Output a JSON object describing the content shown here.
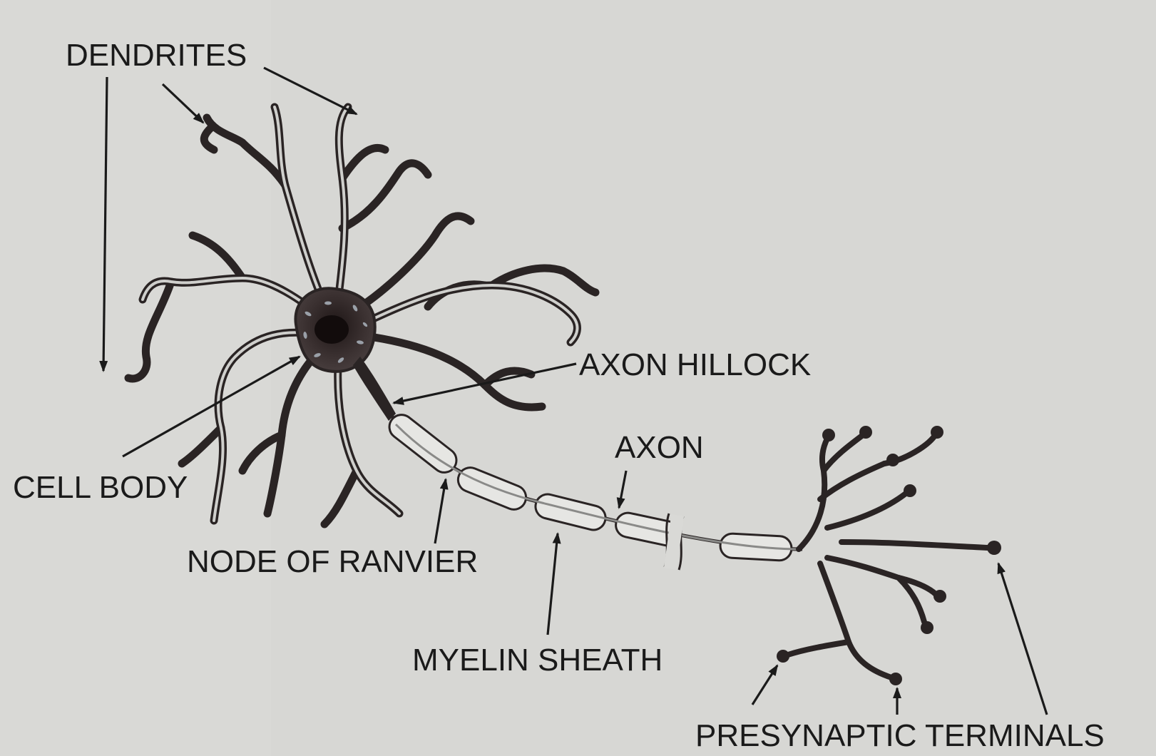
{
  "labels": {
    "dendrites": "DENDRITES",
    "cell_body": "CELL BODY",
    "axon_hillock": "AXON HILLOCK",
    "axon": "AXON",
    "node_of_ranvier": "NODE OF RANVIER",
    "myelin_sheath": "MYELIN SHEATH",
    "presynaptic_terminals": "PRESYNAPTIC TERMINALS"
  },
  "colors": {
    "background": "#d9d9d6",
    "ink": "#1a1a1a",
    "neuron": "#2a2424",
    "myelin": "#e6e6e3"
  }
}
